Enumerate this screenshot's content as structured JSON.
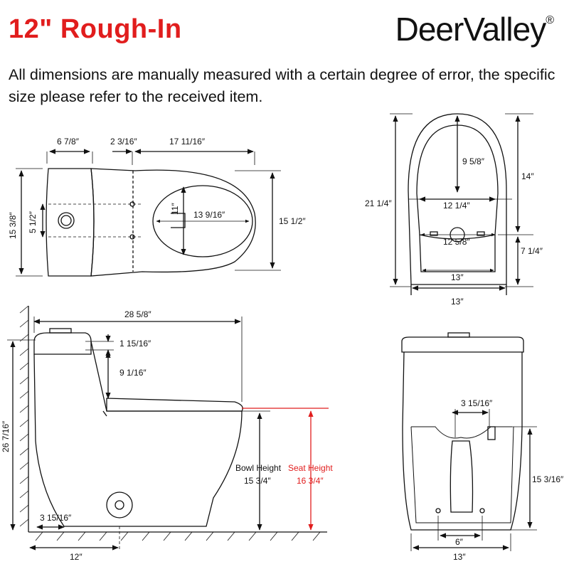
{
  "header": {
    "title": "12\" Rough-In",
    "brand": "DeerValley",
    "brand_mark": "®",
    "note": "All dimensions are manually measured with a certain degree of error, the specific size please refer to the received item."
  },
  "colors": {
    "accent": "#e11d1d",
    "line": "#111111"
  },
  "top_view": {
    "tank_width": "6 7/8″",
    "gap_width": "2 3/16″",
    "bowl_length": "17 11/16″",
    "total_depth_left": "15 3/8″",
    "inlet_offset": "5 1/2″",
    "opening_width": "11″",
    "opening_length": "13 9/16″",
    "total_depth_right": "15 1/2″"
  },
  "front_view_top": {
    "opening_depth": "9 5/8″",
    "bowl_height_upper": "14″",
    "overall": "21 1/4″",
    "inner_width": "12 1/4″",
    "outlet_width": "12 5/8″",
    "lower_height": "7 1/4″",
    "base_inner": "13″",
    "base_outer": "13″"
  },
  "side_view": {
    "total_length": "28 5/8″",
    "lid_gap": "1 15/16″",
    "tank_to_seat": "9 1/16″",
    "total_height": "26 7/16″",
    "bowl_height_label": "Bowl Height",
    "bowl_height": "15 3/4″",
    "seat_height_label": "Seat Height",
    "seat_height": "16 3/4″",
    "base_offset": "3 15/16″",
    "rough_in": "12″"
  },
  "rear_view": {
    "inlet_offset": "3 15/16″",
    "inlet_height": "15 3/16″",
    "bolt_spacing": "6″",
    "base_width": "13″"
  }
}
